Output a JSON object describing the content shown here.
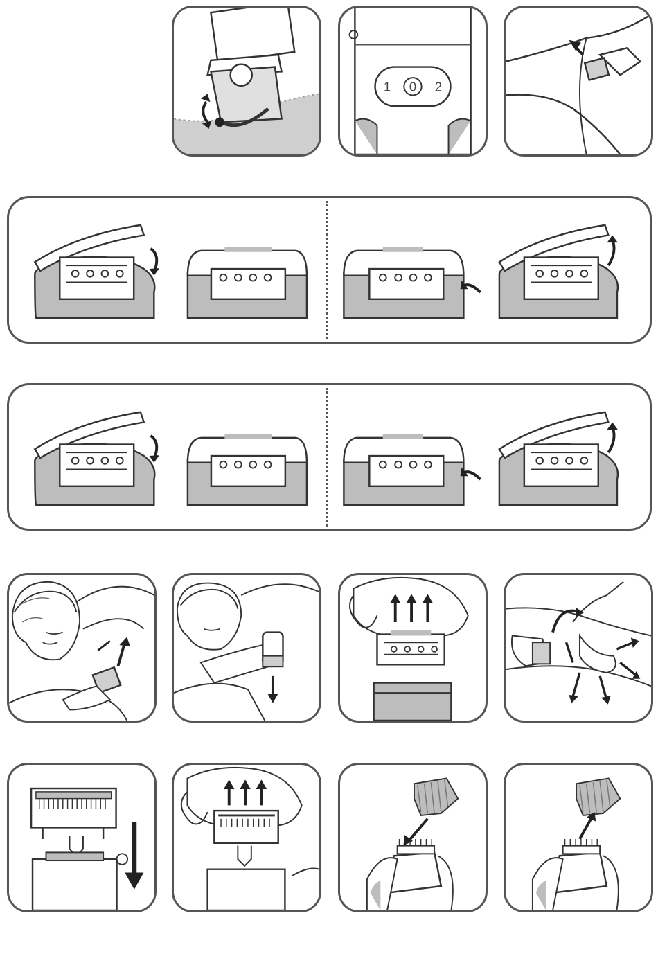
{
  "colors": {
    "outline": "#555555",
    "shade": "#bdbdbd",
    "shade_light": "#dcdcdc",
    "ink": "#222222"
  },
  "switch_panel": {
    "positions": [
      "1",
      "0",
      "2"
    ]
  },
  "icons": [
    "pivot-arrow-icon",
    "up-arrow-icon",
    "curved-arrow-icon",
    "down-arrow-icon",
    "triple-up-arrow-icon",
    "diagonal-arrow-icon"
  ]
}
